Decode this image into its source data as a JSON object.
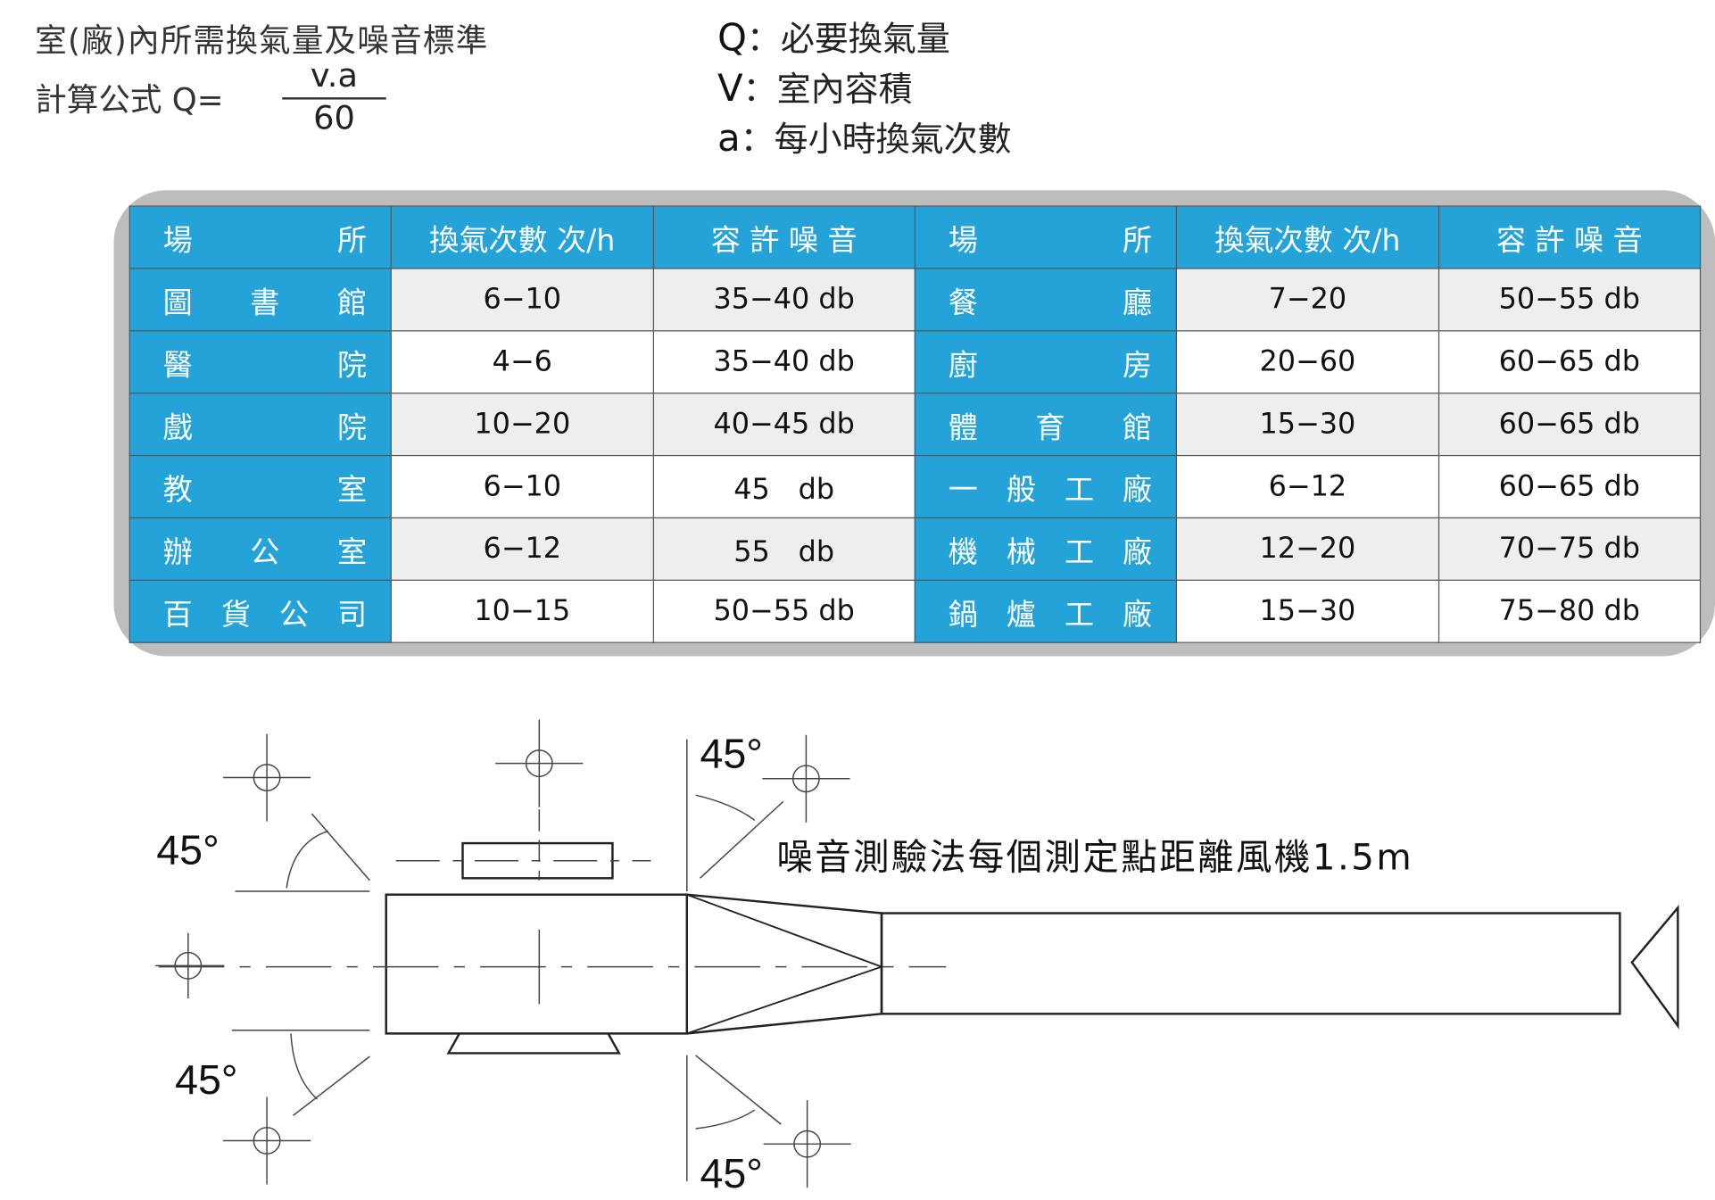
{
  "header": {
    "title": "室(廠)內所需換氣量及噪音標準",
    "formula_label": "計算公式 Q=",
    "formula_numerator": "v.a",
    "formula_denominator": "60",
    "legend": [
      {
        "symbol": "Q",
        "desc": "：必要換氣量"
      },
      {
        "symbol": "V",
        "desc": "：室內容積"
      },
      {
        "symbol": "a",
        "desc": "：每小時換氣次數"
      }
    ]
  },
  "table": {
    "headers": [
      "場　所",
      "換氣次數 次/h",
      "容 許 噪 音",
      "場　所",
      "換氣次數 次/h",
      "容 許 噪 音"
    ],
    "rows": [
      [
        "圖書館",
        "6−10",
        "35−40 db",
        "餐廳",
        "7−20",
        "50−55 db"
      ],
      [
        "醫院",
        "4−6",
        "35−40 db",
        "廚房",
        "20−60",
        "60−65 db"
      ],
      [
        "戲院",
        "10−20",
        "40−45 db",
        "體育館",
        "15−30",
        "60−65 db"
      ],
      [
        "教室",
        "6−10",
        "45　db",
        "一般工廠",
        "6−12",
        "60−65 db"
      ],
      [
        "辦公室",
        "6−12",
        "55　db",
        "機械工廠",
        "12−20",
        "70−75 db"
      ],
      [
        "百貨公司",
        "10−15",
        "50−55 db",
        "鍋爐工廠",
        "15−30",
        "75−80 db"
      ]
    ]
  },
  "diagram": {
    "note": "噪音測驗法每個測定點距離風機1.5m",
    "angle_labels": [
      "45°",
      "45°",
      "45°",
      "45°"
    ]
  },
  "colors": {
    "header_blue": "#23a3d8",
    "frame_gray": "#bdbdbd"
  }
}
